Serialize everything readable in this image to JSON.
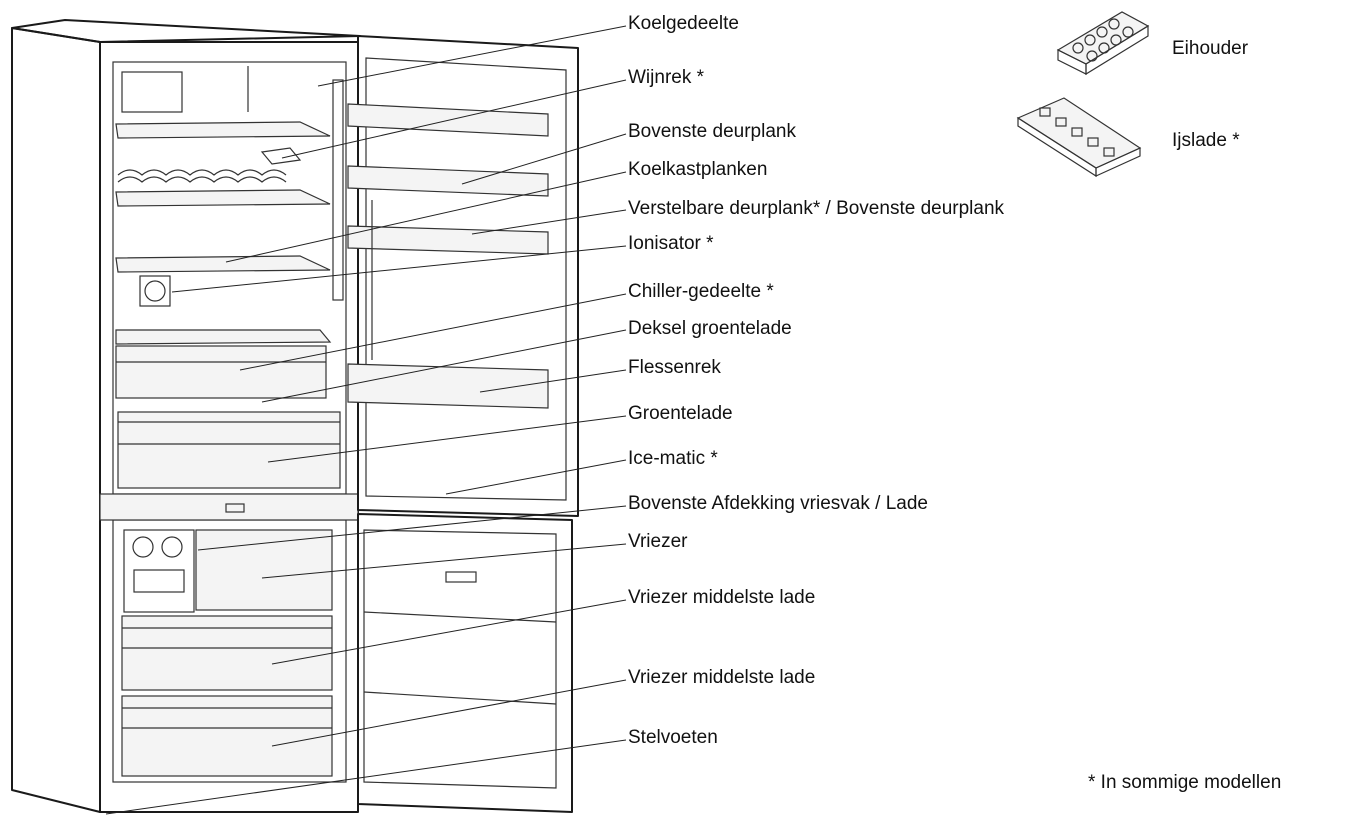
{
  "labels": [
    "Koelgedeelte",
    "Wijnrek *",
    "Bovenste deurplank",
    "Koelkastplanken",
    "Verstelbare deurplank* / Bovenste deurplank",
    "Ionisator *",
    "Chiller-gedeelte *",
    "Deksel groentelade",
    "Flessenrek",
    "Groentelade",
    "Ice-matic *",
    "Bovenste Afdekking vriesvak / Lade",
    "Vriezer",
    "Vriezer middelste lade",
    "Vriezer middelste lade",
    "Stelvoeten"
  ],
  "accessories": {
    "egg_holder": "Eihouder",
    "ice_tray": "Ijslade *"
  },
  "footnote": "* In sommige modellen"
}
